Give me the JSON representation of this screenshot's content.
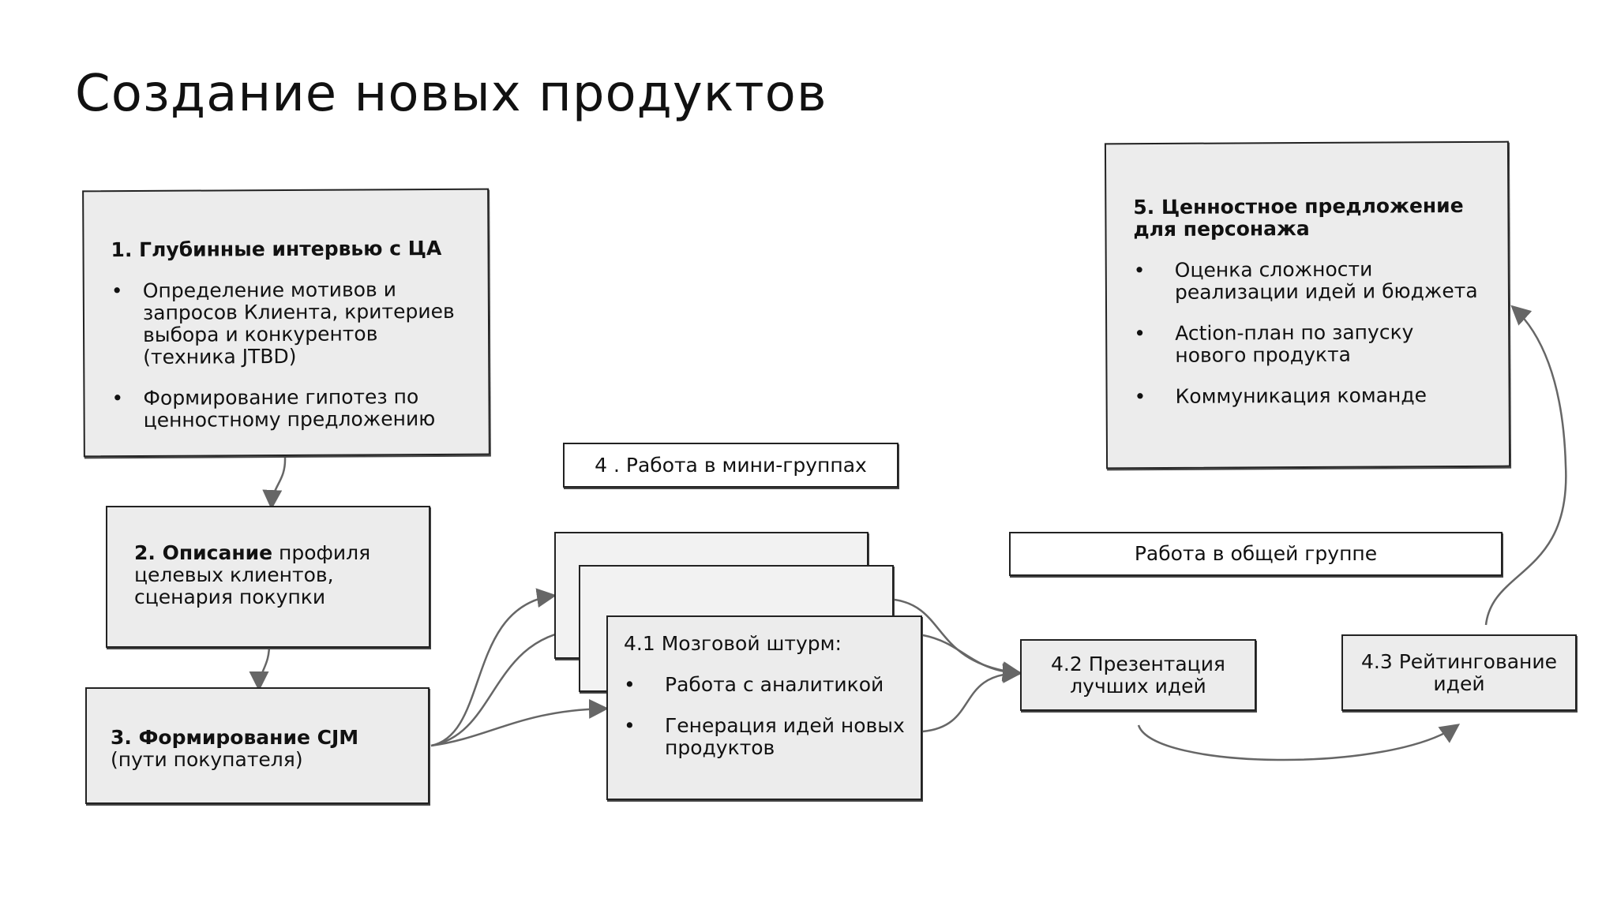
{
  "title": "Создание новых продуктов",
  "box1": {
    "heading": "1. Глубинные интервью с ЦА",
    "items": [
      "Определение мотивов и запросов Клиента, критериев выбора и конкурентов (техника  JTBD)",
      "Формирование гипотез по ценностному предложению"
    ]
  },
  "box2": {
    "bold": "2. Описание",
    "text": " профиля целевых клиентов, сценария покупки"
  },
  "box3": {
    "bold": "3. Формирование  CJM",
    "text": "(пути покупателя)"
  },
  "label4": "4 . Работа в мини-группах",
  "box41": {
    "heading": "4.1 Мозговой штурм:",
    "items": [
      "Работа с аналитикой",
      "Генерация идей новых продуктов"
    ]
  },
  "label_group": "Работа в общей группе",
  "box42": "4.2 Презентация лучших идей",
  "box43": "4.3 Рейтингование идей",
  "box5": {
    "heading": "5. Ценностное предложение для персонажа",
    "items": [
      "Оценка сложности реализации идей и бюджета",
      "Action-план по запуску нового продукта",
      "Коммуникация команде"
    ]
  }
}
